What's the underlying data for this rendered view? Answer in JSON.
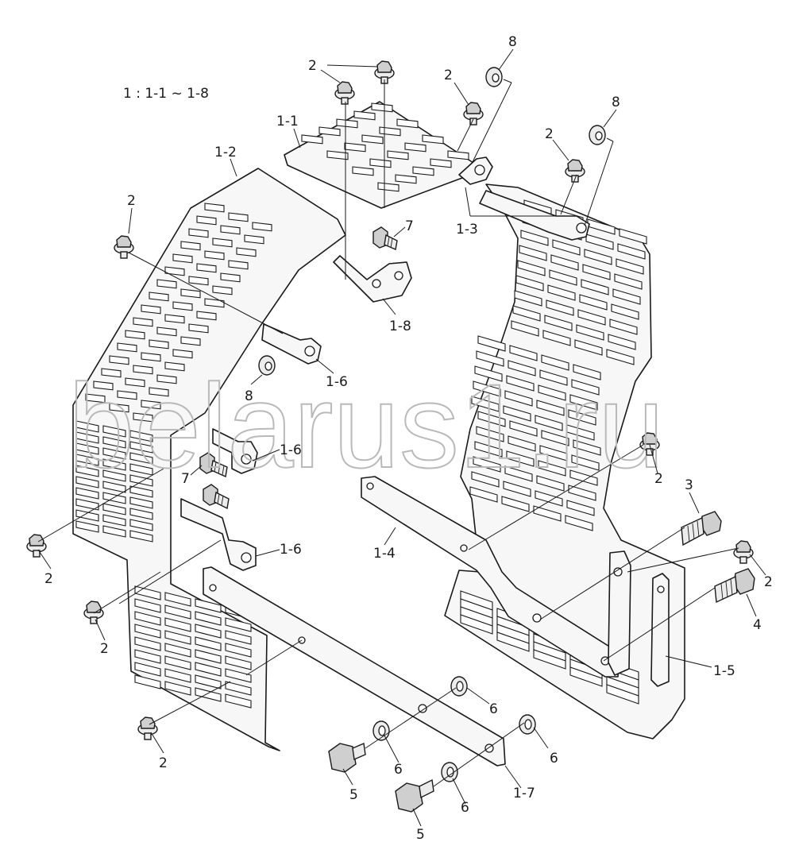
{
  "legend": "1 : 1-1 ~ 1-8",
  "watermark": "belarus1.ru",
  "parts": {
    "p1_1": "1-1",
    "p1_2": "1-2",
    "p1_3": "1-3",
    "p1_4": "1-4",
    "p1_5": "1-5",
    "p1_6": "1-6",
    "p1_7": "1-7",
    "p1_8": "1-8",
    "p2": "2",
    "p3": "3",
    "p4": "4",
    "p5": "5",
    "p6": "6",
    "p7": "7",
    "p8": "8"
  }
}
